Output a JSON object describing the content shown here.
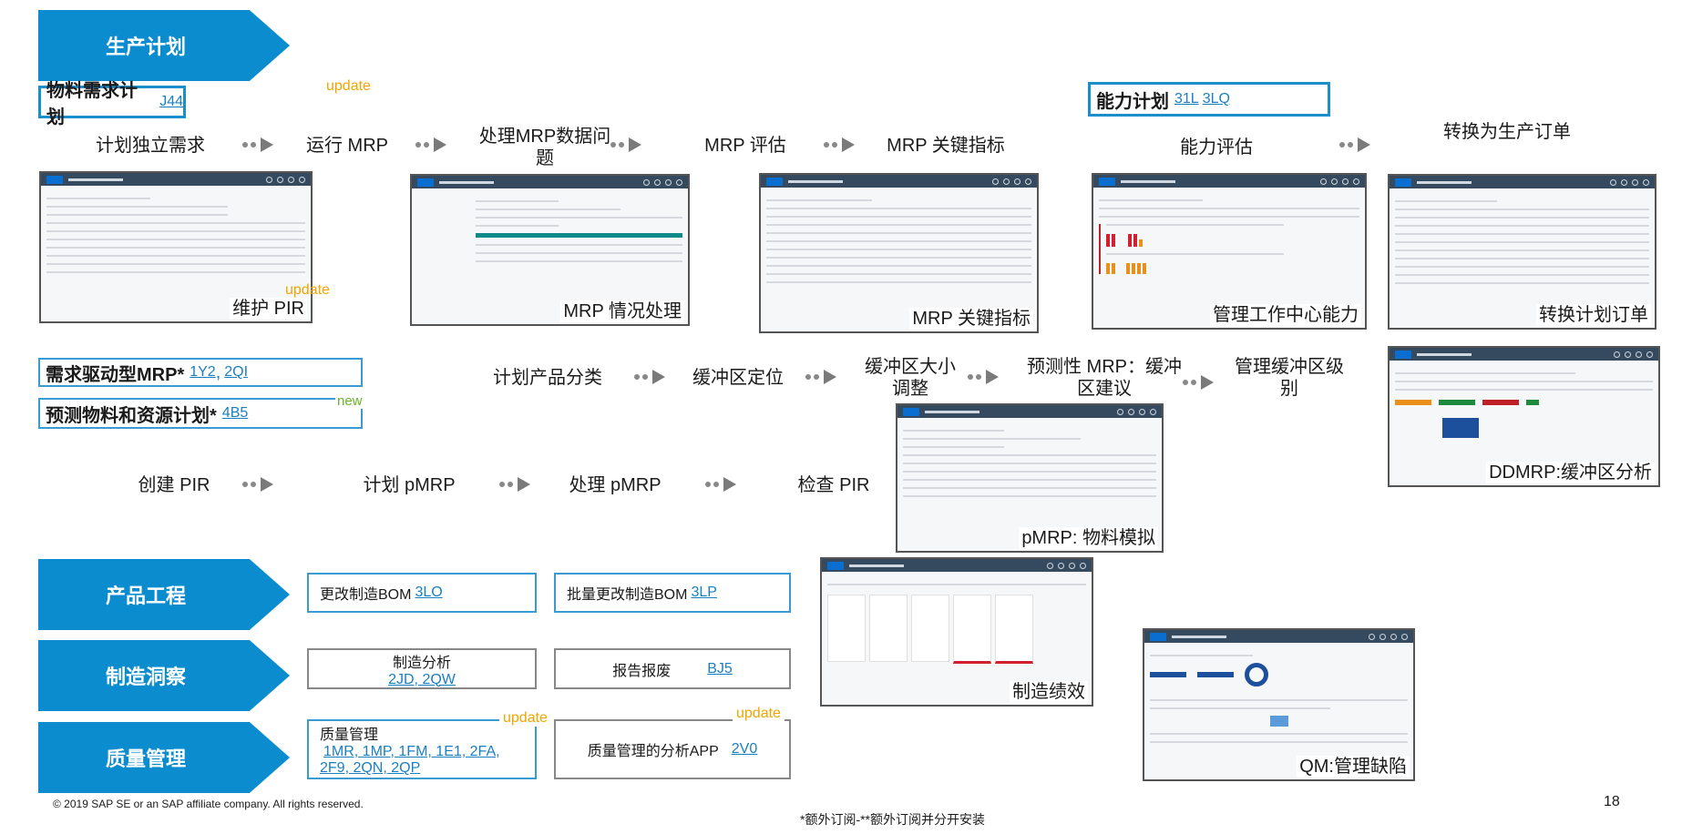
{
  "sections": {
    "production_planning": "生产计划",
    "product_engineering": "产品工程",
    "manufacturing_insight": "制造洞察",
    "quality_management": "质量管理"
  },
  "mrp_box": {
    "label": "物料需求计划",
    "link": "J44"
  },
  "capacity_box": {
    "label": "能力计划",
    "links": [
      "31L",
      "3LQ"
    ]
  },
  "ddmrp_box": {
    "label": "需求驱动型MRP*",
    "links": [
      "1Y2",
      "2QI"
    ]
  },
  "pmrp_box": {
    "label": "预测物料和资源计划*",
    "link": "4B5",
    "badge": "new"
  },
  "updates": [
    "update",
    "update",
    "update",
    "update"
  ],
  "flow_row1": {
    "steps": [
      "计划独立需求",
      "运行 MRP",
      "处理MRP数据问题",
      "MRP 评估",
      "MRP 关键指标"
    ],
    "capacity_steps": [
      "能力评估",
      "转换为生产订单"
    ]
  },
  "flow_row2": {
    "steps": [
      "计划产品分类",
      "缓冲区定位",
      "缓冲区大小调整",
      "预测性 MRP：缓冲区建议",
      "管理缓冲区级别"
    ]
  },
  "flow_row3": {
    "steps": [
      "创建 PIR",
      "计划 pMRP",
      "处理 pMRP",
      "检查 PIR"
    ]
  },
  "screenshots": {
    "maintain_pir": "维护 PIR",
    "mrp_situation": "MRP 情况处理",
    "mrp_key_figures": "MRP 关键指标",
    "work_center_capacity": "管理工作中心能力",
    "convert_planned_orders": "转换计划订单",
    "ddmrp_buffer": "DDMRP:缓冲区分析",
    "pmrp_simulation": "pMRP: 物料模拟",
    "manufacturing_performance": "制造绩效",
    "qm_defects": "QM:管理缺陷"
  },
  "apps": {
    "change_bom": {
      "label": "更改制造BOM",
      "link": "3LO"
    },
    "mass_change_bom": {
      "label": "批量更改制造BOM",
      "link": "3LP"
    },
    "mfg_analytics": {
      "label": "制造分析",
      "links": "2JD, 2QW"
    },
    "scrap_report": {
      "label": "报告报废",
      "link": "BJ5"
    },
    "qm": {
      "label": "质量管理",
      "links_line1": "1MR, 1MP, 1FM, 1E1, 2FA,",
      "links_line2": "2F9, 2QN, 2QP"
    },
    "qm_analytics": {
      "label": "质量管理的分析APP",
      "link": "2V0"
    }
  },
  "footer": {
    "copyright": "© 2019 SAP SE or an SAP affiliate company. All rights reserved.",
    "note": "*额外订阅-**额外订阅并分开安装",
    "page": "18"
  },
  "colors": {
    "brand_blue": "#0a8ccf",
    "link": "#1a7fc1",
    "update": "#f0a500",
    "new": "#6ab42d"
  }
}
